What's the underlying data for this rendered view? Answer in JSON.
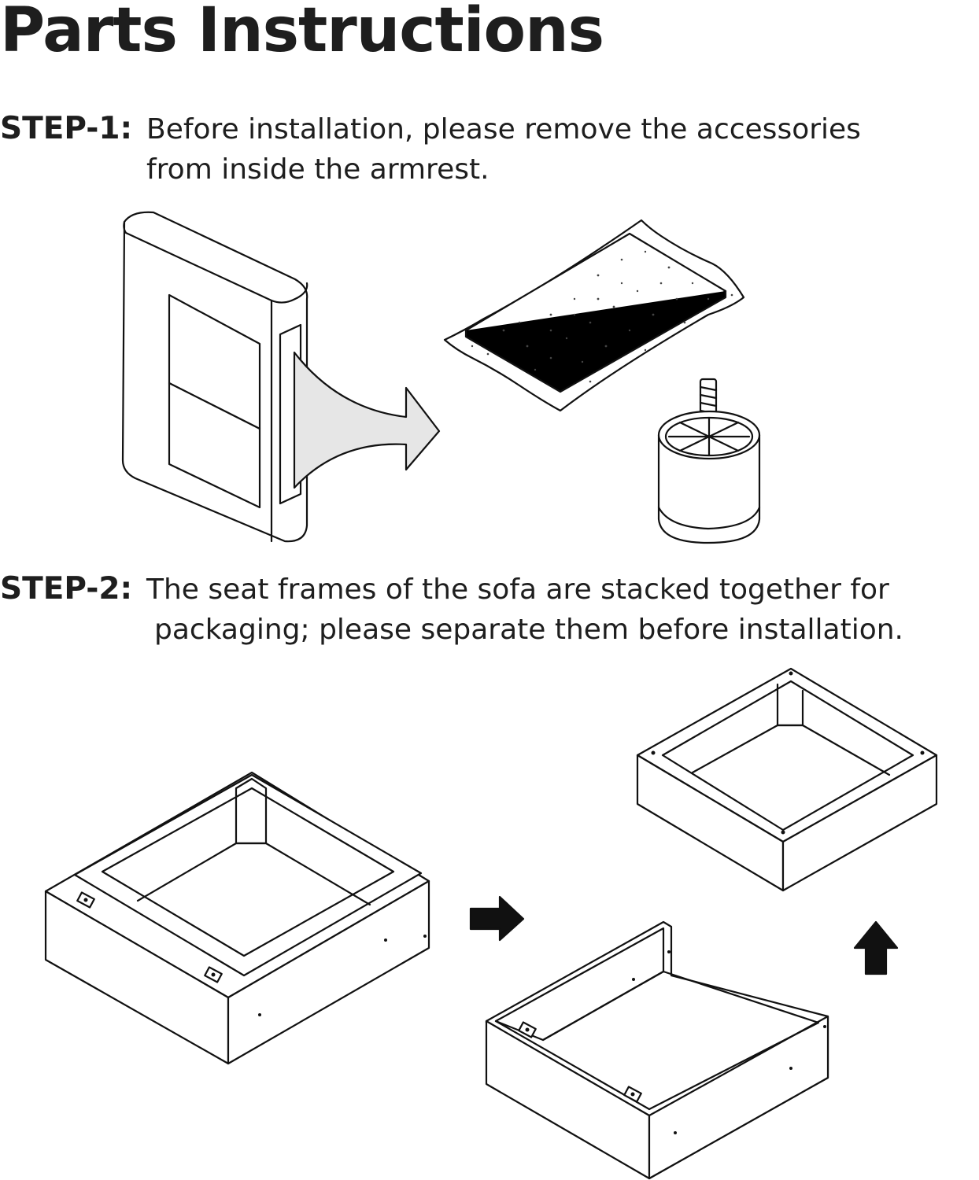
{
  "page": {
    "title": "Parts Instructions"
  },
  "steps": [
    {
      "label": "STEP-1:",
      "lines": [
        "Before installation, please remove the accessories",
        "from inside the armrest."
      ]
    },
    {
      "label": "STEP-2:",
      "lines": [
        "The seat frames of the sofa are stacked together for",
        "packaging; please separate them before installation."
      ]
    }
  ],
  "icons": {
    "step1": [
      "armrest-cushion-icon",
      "pull-out-arrow-icon",
      "foam-pad-icon",
      "sofa-leg-icon"
    ],
    "step2": [
      "stacked-seat-frames-icon",
      "right-arrow-icon",
      "upper-seat-frame-icon",
      "lower-seat-frame-icon",
      "up-arrow-icon"
    ]
  }
}
